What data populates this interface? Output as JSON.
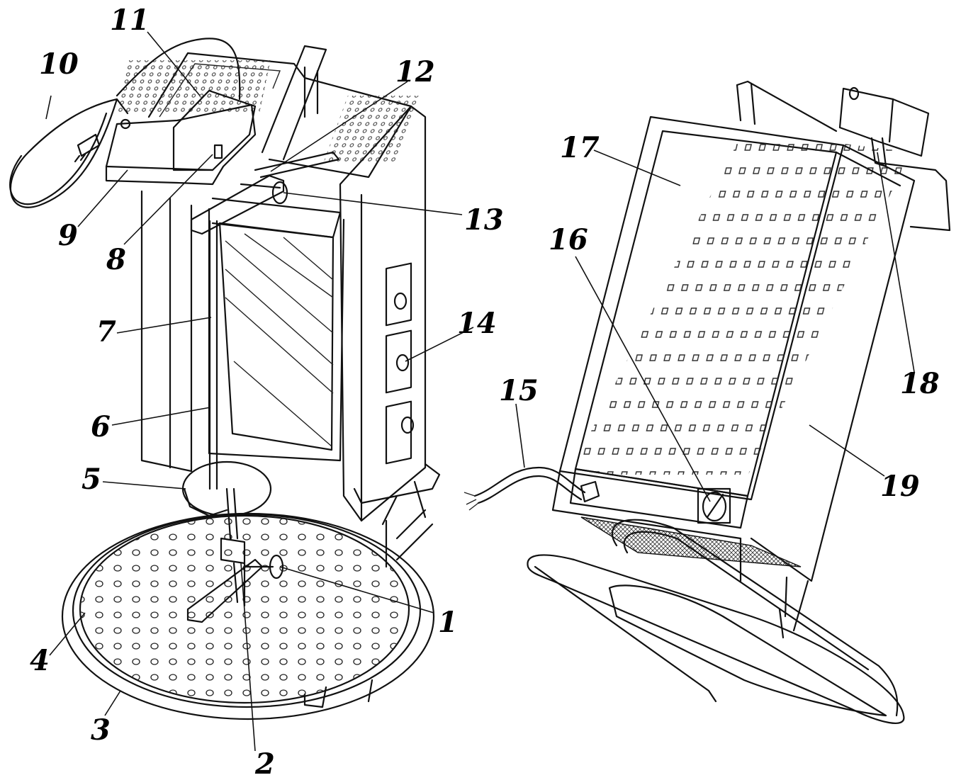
{
  "figure": {
    "labels": [
      {
        "id": "1",
        "text": "1"
      },
      {
        "id": "2",
        "text": "2"
      },
      {
        "id": "3",
        "text": "3"
      },
      {
        "id": "4",
        "text": "4"
      },
      {
        "id": "5",
        "text": "5"
      },
      {
        "id": "6",
        "text": "6"
      },
      {
        "id": "7",
        "text": "7"
      },
      {
        "id": "8",
        "text": "8"
      },
      {
        "id": "9",
        "text": "9"
      },
      {
        "id": "10",
        "text": "10"
      },
      {
        "id": "11",
        "text": "11"
      },
      {
        "id": "12",
        "text": "12"
      },
      {
        "id": "13",
        "text": "13"
      },
      {
        "id": "14",
        "text": "14"
      },
      {
        "id": "15",
        "text": "15"
      },
      {
        "id": "16",
        "text": "16"
      },
      {
        "id": "17",
        "text": "17"
      },
      {
        "id": "18",
        "text": "18"
      },
      {
        "id": "19",
        "text": "19"
      }
    ]
  }
}
